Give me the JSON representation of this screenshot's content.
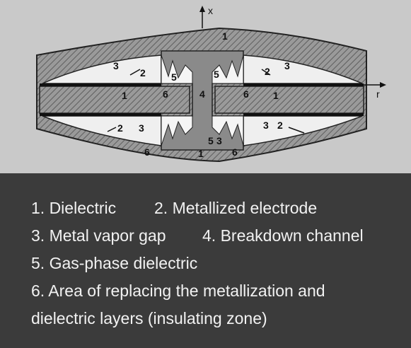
{
  "diagram": {
    "axis_x_label": "x",
    "axis_r_label": "r",
    "labels": {
      "n1": "1",
      "n2": "2",
      "n3": "3",
      "n4": "4",
      "n5": "5",
      "n6": "6"
    }
  },
  "legend": {
    "items": [
      "1. Dielectric",
      "2. Metallized electrode",
      "3. Metal vapor gap",
      "4. Breakdown channel",
      "5. Gas-phase dielectric",
      "6. Area of replacing the metallization and",
      "dielectric layers (insulating zone)"
    ]
  },
  "colors": {
    "figure_bg": "#c9c9c9",
    "hatch": "#7a7a7a",
    "vapor_gap": "#efefef",
    "channel": "#8a8a8a",
    "electrode": "#111111",
    "legend_bg": "#3b3b3b",
    "legend_text": "#f2f2f2"
  }
}
